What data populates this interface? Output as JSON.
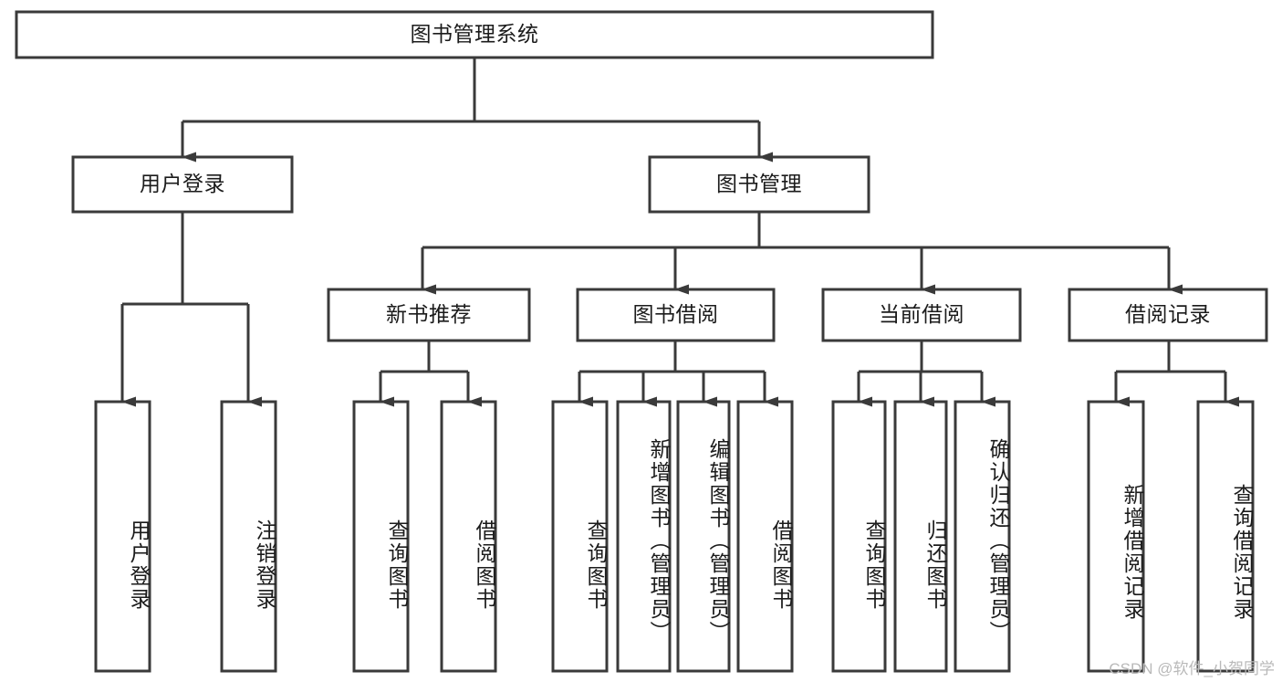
{
  "diagram": {
    "type": "tree-hierarchy-chart",
    "title": "图书管理系统",
    "stroke_color": "#3a3a3a",
    "box_fill": "#ffffff",
    "background": "#ffffff",
    "text_color": "#1b1b1b"
  },
  "nodes": {
    "root": {
      "label": "图书管理系统",
      "level": 0,
      "orientation": "horizontal"
    },
    "level1": [
      {
        "id": "user-login",
        "label": "用户登录",
        "orientation": "horizontal"
      },
      {
        "id": "book-management",
        "label": "图书管理",
        "orientation": "horizontal"
      }
    ],
    "level2": [
      {
        "id": "new-book-recommend",
        "label": "新书推荐",
        "orientation": "horizontal",
        "parent": "book-management"
      },
      {
        "id": "book-borrow",
        "label": "图书借阅",
        "orientation": "horizontal",
        "parent": "book-management"
      },
      {
        "id": "current-borrow",
        "label": "当前借阅",
        "orientation": "horizontal",
        "parent": "book-management"
      },
      {
        "id": "borrow-record",
        "label": "借阅记录",
        "orientation": "horizontal",
        "parent": "book-management"
      }
    ],
    "leaves": [
      {
        "id": "leaf-user-login",
        "label": "用户登录",
        "orientation": "vertical",
        "parent": "user-login"
      },
      {
        "id": "leaf-user-logout",
        "label": "注销登录",
        "orientation": "vertical",
        "parent": "user-login"
      },
      {
        "id": "leaf-query-book-1",
        "label": "查询图书",
        "orientation": "vertical",
        "parent": "new-book-recommend"
      },
      {
        "id": "leaf-borrow-book-1",
        "label": "借阅图书",
        "orientation": "vertical",
        "parent": "new-book-recommend"
      },
      {
        "id": "leaf-query-book-2",
        "label": "查询图书",
        "orientation": "vertical",
        "parent": "book-borrow"
      },
      {
        "id": "leaf-add-book",
        "label": "新增图书（管理员）",
        "orientation": "vertical",
        "parent": "book-borrow"
      },
      {
        "id": "leaf-edit-book",
        "label": "编辑图书（管理员）",
        "orientation": "vertical",
        "parent": "book-borrow"
      },
      {
        "id": "leaf-borrow-book-2",
        "label": "借阅图书",
        "orientation": "vertical",
        "parent": "book-borrow"
      },
      {
        "id": "leaf-query-book-3",
        "label": "查询图书",
        "orientation": "vertical",
        "parent": "current-borrow"
      },
      {
        "id": "leaf-return-book",
        "label": "归还图书",
        "orientation": "vertical",
        "parent": "current-borrow"
      },
      {
        "id": "leaf-confirm-return",
        "label": "确认归还（管理员）",
        "orientation": "vertical",
        "parent": "current-borrow"
      },
      {
        "id": "leaf-add-record",
        "label": "新增借阅记录",
        "orientation": "vertical",
        "parent": "borrow-record"
      },
      {
        "id": "leaf-query-record",
        "label": "查询借阅记录",
        "orientation": "vertical",
        "parent": "borrow-record"
      }
    ]
  },
  "watermark": {
    "text": "CSDN @软件_小贺同学"
  }
}
